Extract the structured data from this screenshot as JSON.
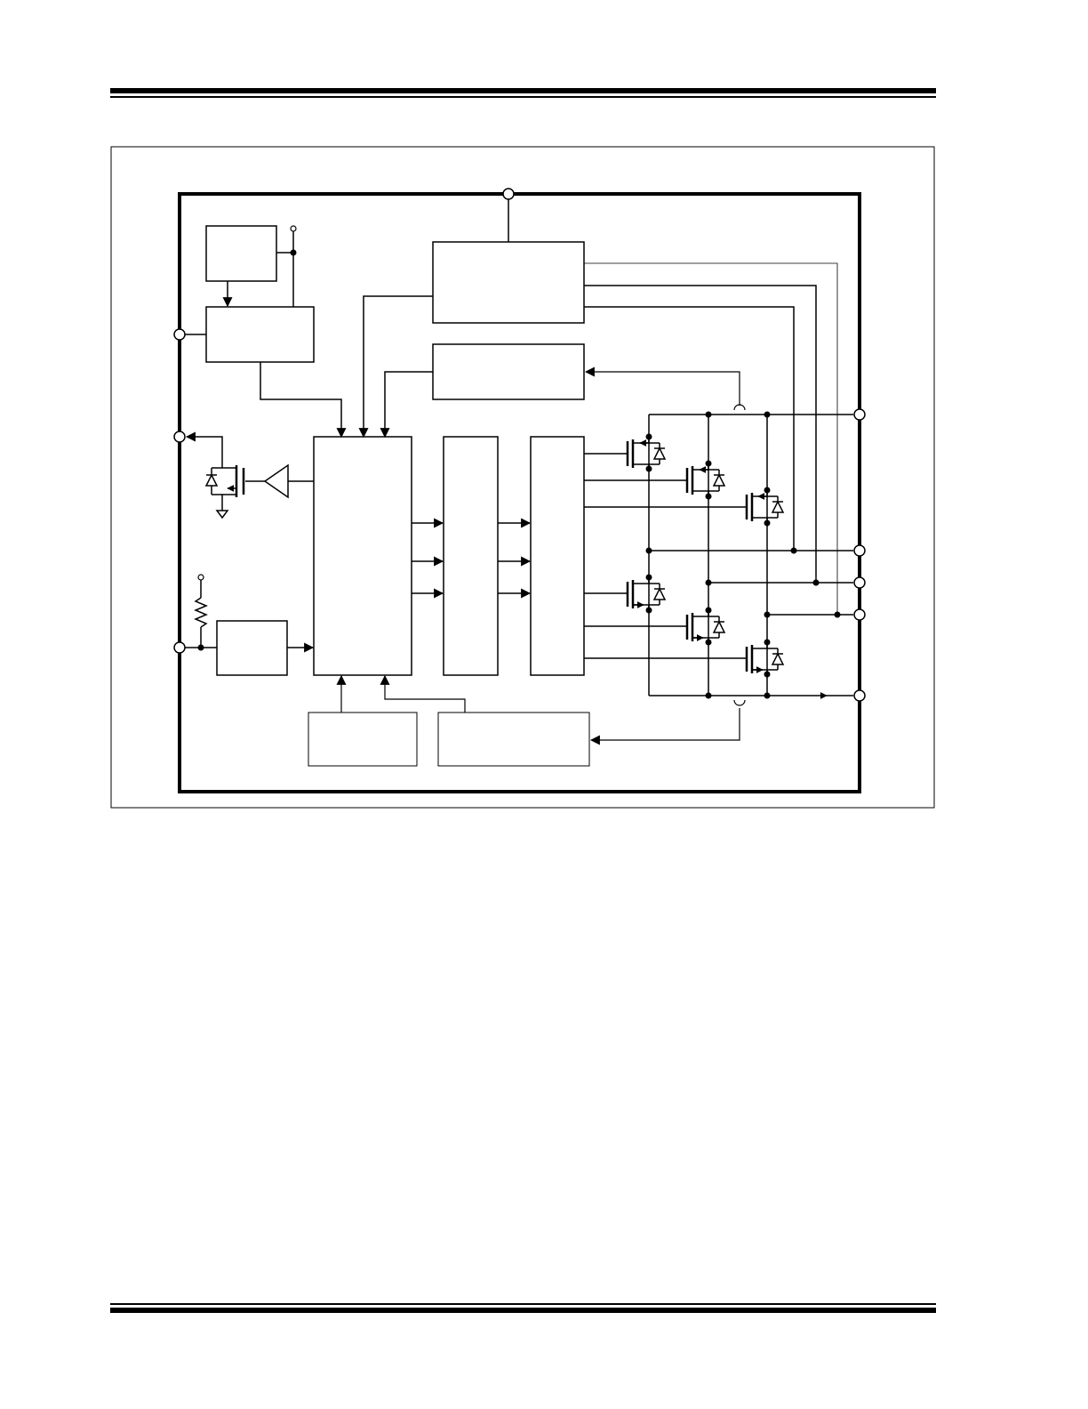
{
  "page": {
    "header_rule": "double-top",
    "footer_rule": "double-bottom"
  },
  "figure": {
    "type": "block-diagram",
    "frame_color": "#000000",
    "line_color": "#000000",
    "pins": [
      "top-supply-pin",
      "left-pin-1",
      "left-pin-2",
      "left-pin-3",
      "right-pin-1",
      "right-pin-2",
      "right-pin-3",
      "right-pin-4",
      "right-pin-5"
    ],
    "blocks": [
      "top-left-block",
      "regulator-block",
      "top-center-block",
      "middle-center-block",
      "control-logic-block",
      "pre-driver-block",
      "gate-driver-block",
      "input-block",
      "bottom-left-block",
      "bottom-right-block"
    ],
    "components": {
      "mosfet_count": 7,
      "resistor_count": 1,
      "buffer_count": 1
    }
  }
}
